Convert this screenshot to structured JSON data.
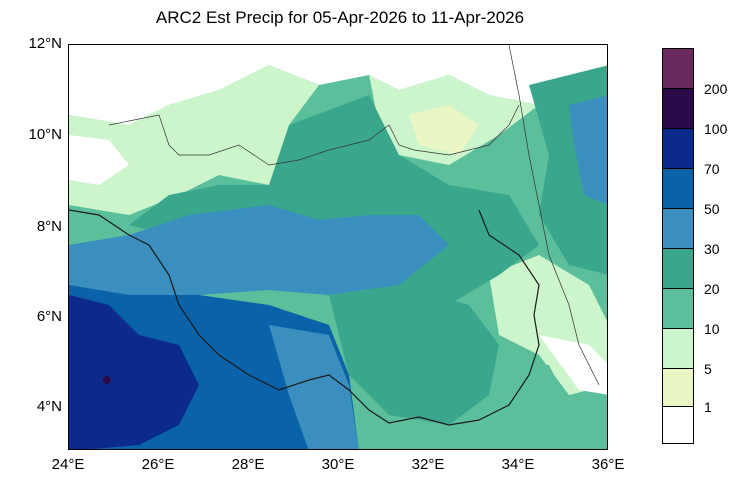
{
  "title": "ARC2 Est Precip for 05-Apr-2026 to 11-Apr-2026",
  "y_ticks": [
    "12°N",
    "10°N",
    "8°N",
    "6°N",
    "4°N"
  ],
  "x_ticks": [
    "24°E",
    "26°E",
    "28°E",
    "30°E",
    "32°E",
    "34°E",
    "36°E"
  ],
  "legend": {
    "labels": [
      "200",
      "100",
      "70",
      "50",
      "30",
      "20",
      "10",
      "5",
      "1"
    ],
    "colors": [
      "#6a2a5e",
      "#2b0a4a",
      "#0c2a8c",
      "#0a62a8",
      "#3a8fbe",
      "#3aa68c",
      "#5cbf9c",
      "#ccf5cc",
      "#eaf7c4",
      "#ffffff"
    ]
  }
}
